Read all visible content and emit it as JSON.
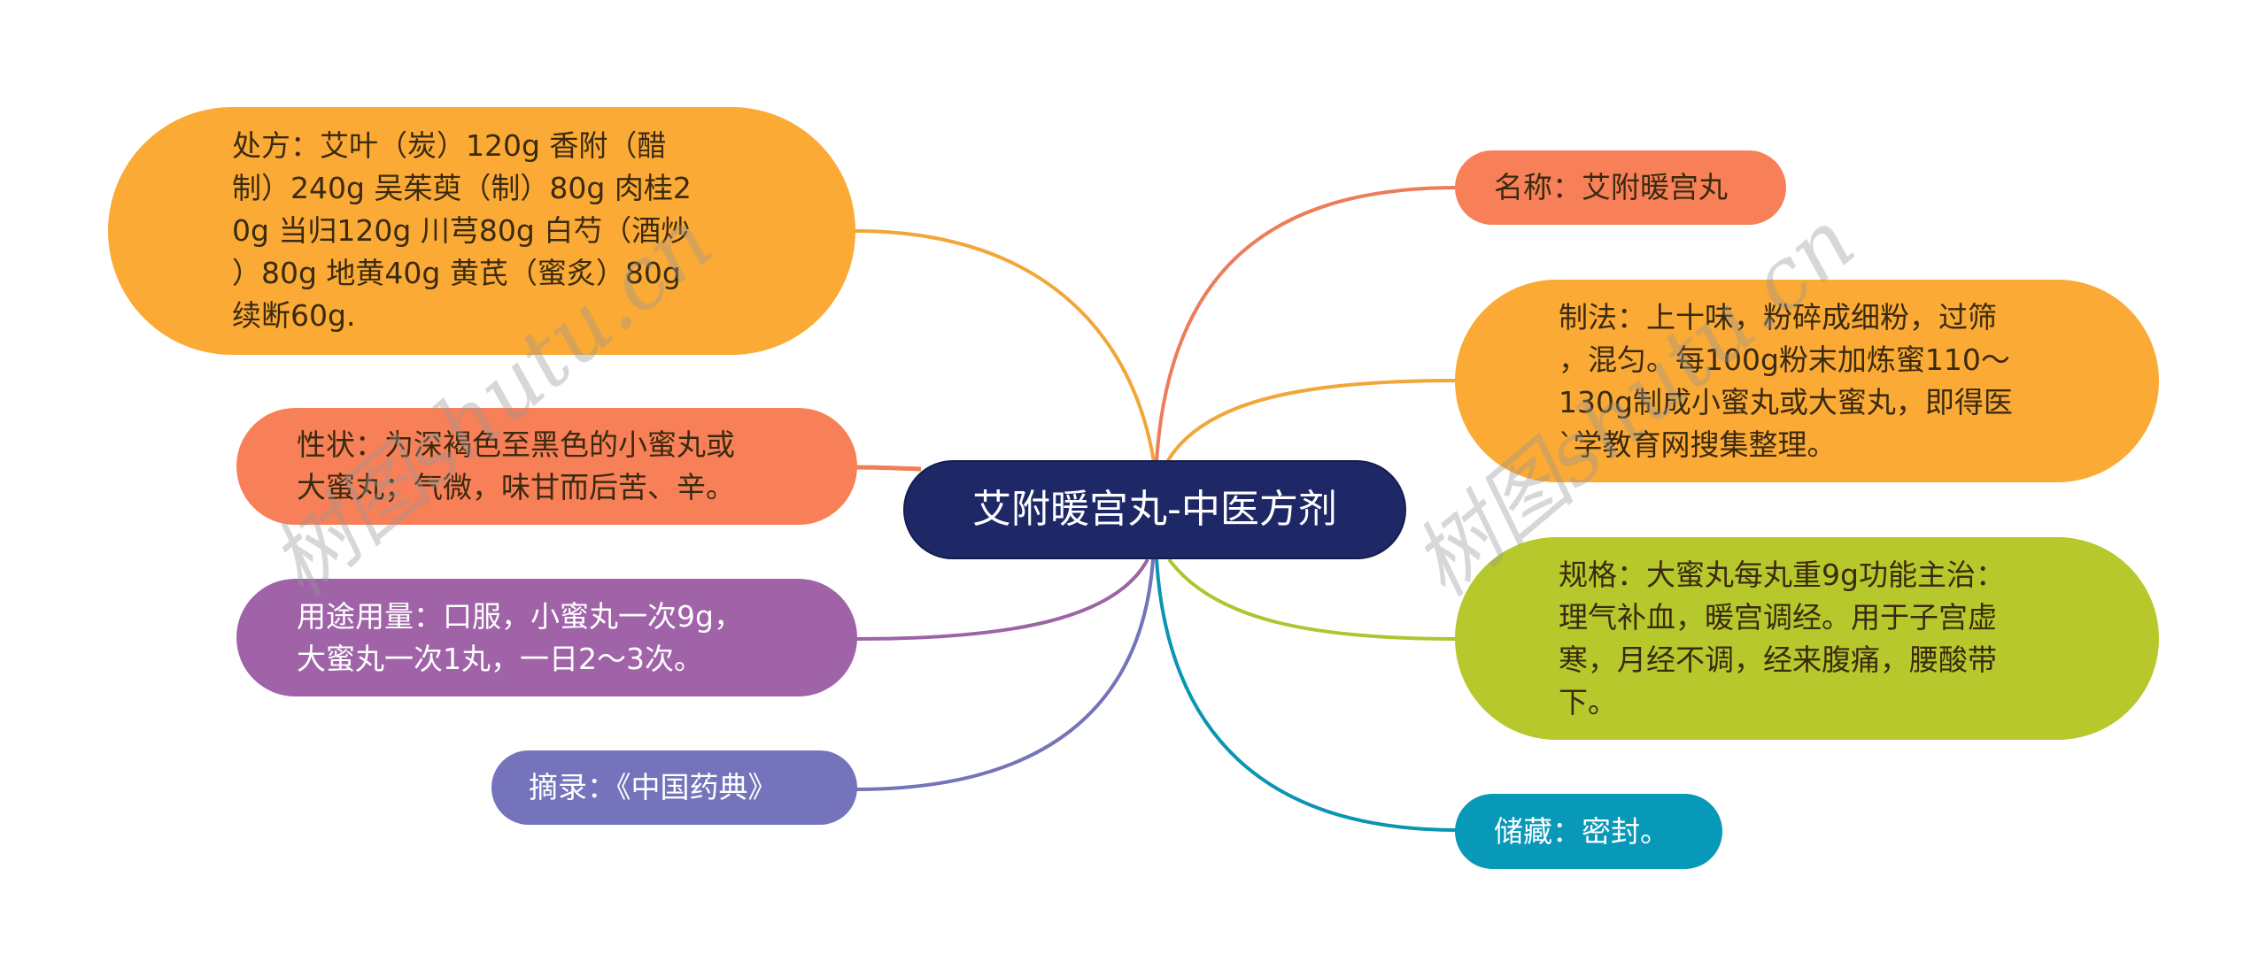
{
  "mindmap": {
    "center": {
      "label": "艾附暖宫丸-中医方剂",
      "color": "#1f2866"
    },
    "left": [
      {
        "id": "chufang",
        "label": "处方：艾叶（炭）120g 香附（醋\n制）240g 吴茱萸（制）80g 肉桂2\n0g 当归120g 川芎80g 白芍（酒炒\n）80g 地黄40g 黄芪（蜜炙）80g\n续断60g.",
        "color": "#fbaa35",
        "line": "#f2a63a"
      },
      {
        "id": "xingzhuang",
        "label": "性状：为深褐色至黑色的小蜜丸或\n大蜜丸；气微，味甘而后苦、辛。",
        "color": "#f88058",
        "line": "#ef7f57"
      },
      {
        "id": "yongtu",
        "label": "用途用量：口服，小蜜丸一次9g，\n大蜜丸一次1丸，一日2～3次。",
        "color": "#a063a8",
        "line": "#9c64a6"
      },
      {
        "id": "zhailu",
        "label": "摘录：《中国药典》",
        "color": "#7473bb",
        "line": "#7574b8"
      }
    ],
    "right": [
      {
        "id": "mingcheng",
        "label": "名称：艾附暖宫丸",
        "color": "#f88058",
        "line": "#ec7d58"
      },
      {
        "id": "zhifa",
        "label": "制法：上十味，粉碎成细粉，过筛\n，混匀。每100g粉末加炼蜜110～\n130g制成小蜜丸或大蜜丸，即得医\n`学教育网搜集整理。",
        "color": "#fbaa35",
        "line": "#f2a63a"
      },
      {
        "id": "guige",
        "label": "规格：大蜜丸每丸重9g功能主治：\n理气补血，暖宫调经。用于子宫虚\n寒，月经不调，经来腹痛，腰酸带\n下。",
        "color": "#b6c82b",
        "line": "#b1c42f"
      },
      {
        "id": "chucang",
        "label": "储藏：密封。",
        "color": "#0898b8",
        "line": "#0a95b3"
      }
    ]
  },
  "watermarks": [
    {
      "text": "树图shutu.cn"
    },
    {
      "text": "树图shutu.cn"
    }
  ]
}
